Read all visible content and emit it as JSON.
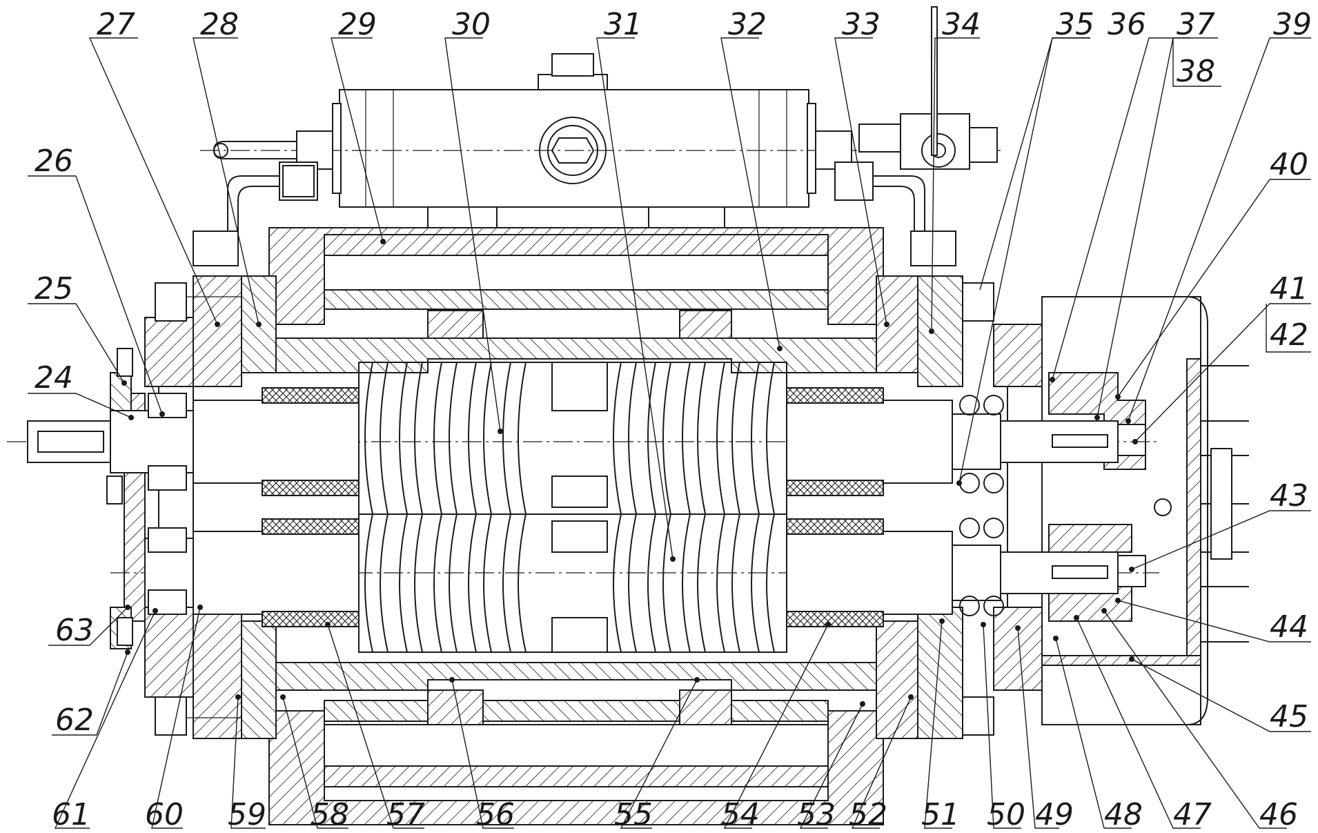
{
  "top_callouts": [
    {
      "id": "c27",
      "label": "27"
    },
    {
      "id": "c28",
      "label": "28"
    },
    {
      "id": "c29",
      "label": "29"
    },
    {
      "id": "c30",
      "label": "30"
    },
    {
      "id": "c31",
      "label": "31"
    },
    {
      "id": "c32",
      "label": "32"
    },
    {
      "id": "c33",
      "label": "33"
    },
    {
      "id": "c34",
      "label": "34"
    },
    {
      "id": "c35",
      "label": "35"
    },
    {
      "id": "c36",
      "label": "36"
    },
    {
      "id": "c37",
      "label": "37"
    },
    {
      "id": "c38",
      "label": "38"
    },
    {
      "id": "c39",
      "label": "39"
    }
  ],
  "left_callouts": [
    {
      "id": "c26",
      "label": "26"
    },
    {
      "id": "c25",
      "label": "25"
    },
    {
      "id": "c24",
      "label": "24"
    },
    {
      "id": "c63",
      "label": "63"
    },
    {
      "id": "c62",
      "label": "62"
    }
  ],
  "right_callouts": [
    {
      "id": "c40",
      "label": "40"
    },
    {
      "id": "c41",
      "label": "41"
    },
    {
      "id": "c42",
      "label": "42"
    },
    {
      "id": "c43",
      "label": "43"
    },
    {
      "id": "c44",
      "label": "44"
    },
    {
      "id": "c45",
      "label": "45"
    }
  ],
  "bottom_callouts": [
    {
      "id": "c61",
      "label": "61"
    },
    {
      "id": "c60",
      "label": "60"
    },
    {
      "id": "c59",
      "label": "59"
    },
    {
      "id": "c58",
      "label": "58"
    },
    {
      "id": "c57",
      "label": "57"
    },
    {
      "id": "c56",
      "label": "56"
    },
    {
      "id": "c55",
      "label": "55"
    },
    {
      "id": "c54",
      "label": "54"
    },
    {
      "id": "c53",
      "label": "53"
    },
    {
      "id": "c52",
      "label": "52"
    },
    {
      "id": "c51",
      "label": "51"
    },
    {
      "id": "c50",
      "label": "50"
    },
    {
      "id": "c49",
      "label": "49"
    },
    {
      "id": "c48",
      "label": "48"
    },
    {
      "id": "c47",
      "label": "47"
    },
    {
      "id": "c46",
      "label": "46"
    }
  ],
  "colors": {
    "line": "#1a1a1a",
    "paper": "#ffffff",
    "seal_accent": "#3a3aa0"
  }
}
